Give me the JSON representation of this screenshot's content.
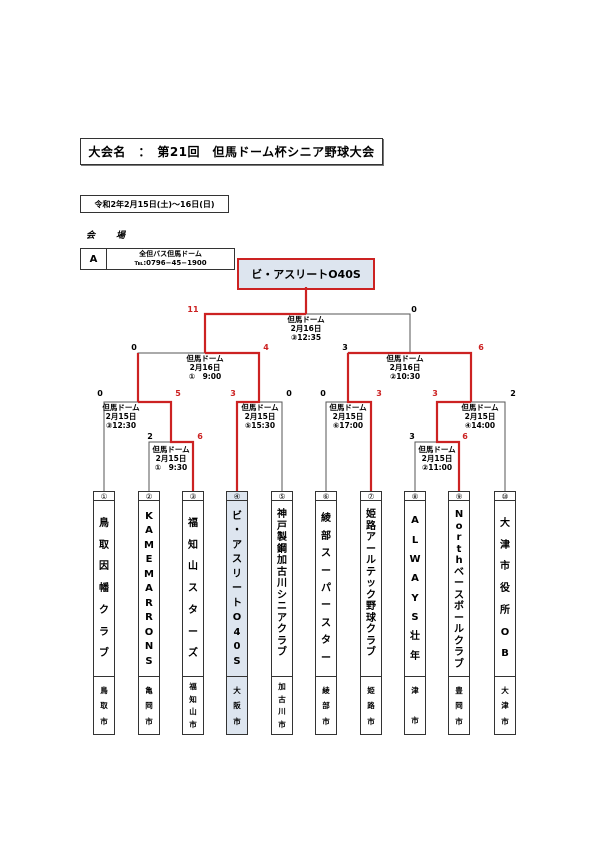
{
  "header": {
    "title": "大会名　：　第21回　但馬ドーム杯シニア野球大会",
    "dates": "令和2年2月15日(土)～16日(日)",
    "venue_label": "会　場",
    "venue": {
      "code": "A",
      "name": "全但バス但馬ドーム",
      "phone": "℡:0796−45−1900"
    }
  },
  "champion": "ビ・アスリートO40S",
  "colors": {
    "winner_line": "#cc2222",
    "loser_line": "#555555",
    "highlight_bg": "#dde5ef"
  },
  "matches": {
    "r1_a": {
      "venue": "但馬ドーム",
      "date": "2月15日",
      "time": "①　9:30",
      "score_left": "2",
      "score_right": "6"
    },
    "r1_b": {
      "venue": "但馬ドーム",
      "date": "2月15日",
      "time": "②11:00",
      "score_left": "3",
      "score_right": "6"
    },
    "r2_a": {
      "venue": "但馬ドーム",
      "date": "2月15日",
      "time": "③12:30",
      "score_left": "0",
      "score_right": "5"
    },
    "r2_b": {
      "venue": "但馬ドーム",
      "date": "2月15日",
      "time": "⑤15:30",
      "score_left": "3",
      "score_right": "0"
    },
    "r2_c": {
      "venue": "但馬ドーム",
      "date": "2月15日",
      "time": "⑥17:00",
      "score_left": "0",
      "score_right": "3"
    },
    "r2_d": {
      "venue": "但馬ドーム",
      "date": "2月15日",
      "time": "④14:00",
      "score_left": "3",
      "score_right": "2"
    },
    "sf_a": {
      "venue": "但馬ドーム",
      "date": "2月16日",
      "time": "①　9:00",
      "score_left": "0",
      "score_right": "4"
    },
    "sf_b": {
      "venue": "但馬ドーム",
      "date": "2月16日",
      "time": "②10:30",
      "score_left": "3",
      "score_right": "6"
    },
    "final": {
      "venue": "但馬ドーム",
      "date": "2月16日",
      "time": "③12:35",
      "score_left": "11",
      "score_right": "0"
    }
  },
  "teams": [
    {
      "num": "①",
      "name": [
        "鳥",
        "取",
        "因",
        "幡",
        "ク",
        "ラ",
        "ブ"
      ],
      "city": [
        "鳥",
        "取",
        "市"
      ],
      "champion": false
    },
    {
      "num": "②",
      "name": [
        "K",
        "A",
        "M",
        "E",
        "M",
        "A",
        "R",
        "R",
        "O",
        "N",
        "S"
      ],
      "city": [
        "亀",
        "岡",
        "市"
      ],
      "champion": false
    },
    {
      "num": "③",
      "name": [
        "福",
        "知",
        "山",
        "ス",
        "タ",
        "ー",
        "ズ"
      ],
      "city": [
        "福",
        "知",
        "山",
        "市"
      ],
      "champion": false
    },
    {
      "num": "④",
      "name": [
        "ビ",
        "・",
        "ア",
        "ス",
        "リ",
        "ー",
        "ト",
        "O",
        "4",
        "0",
        "S"
      ],
      "city": [
        "大",
        "阪",
        "市"
      ],
      "champion": true
    },
    {
      "num": "⑤",
      "name": [
        "神",
        "戸",
        "製",
        "鋼",
        "加",
        "古",
        "川",
        "シ",
        "ニ",
        "ア",
        "ク",
        "ラ",
        "ブ"
      ],
      "city": [
        "加",
        "古",
        "川",
        "市"
      ],
      "champion": false
    },
    {
      "num": "⑥",
      "name": [
        "綾",
        "部",
        "ス",
        "ー",
        "パ",
        "ー",
        "ス",
        "タ",
        "ー"
      ],
      "city": [
        "綾",
        "部",
        "市"
      ],
      "champion": false
    },
    {
      "num": "⑦",
      "name": [
        "姫",
        "路",
        "ア",
        "ー",
        "ル",
        "テ",
        "ッ",
        "ク",
        "野",
        "球",
        "ク",
        "ラ",
        "ブ"
      ],
      "city": [
        "姫",
        "路",
        "市"
      ],
      "champion": false
    },
    {
      "num": "⑧",
      "name": [
        "A",
        "L",
        "W",
        "A",
        "Y",
        "S",
        "壮",
        "年"
      ],
      "city": [
        "津",
        "",
        "市"
      ],
      "champion": false
    },
    {
      "num": "⑨",
      "name": [
        "N",
        "o",
        "r",
        "t",
        "h",
        "ベ",
        "ー",
        "ス",
        "ボ",
        "ー",
        "ル",
        "ク",
        "ラ",
        "ブ"
      ],
      "city": [
        "豊",
        "岡",
        "市"
      ],
      "champion": false
    },
    {
      "num": "⑩",
      "name": [
        "大",
        "津",
        "市",
        "役",
        "所",
        "O",
        "B"
      ],
      "city": [
        "大",
        "津",
        "市"
      ],
      "champion": false
    }
  ]
}
